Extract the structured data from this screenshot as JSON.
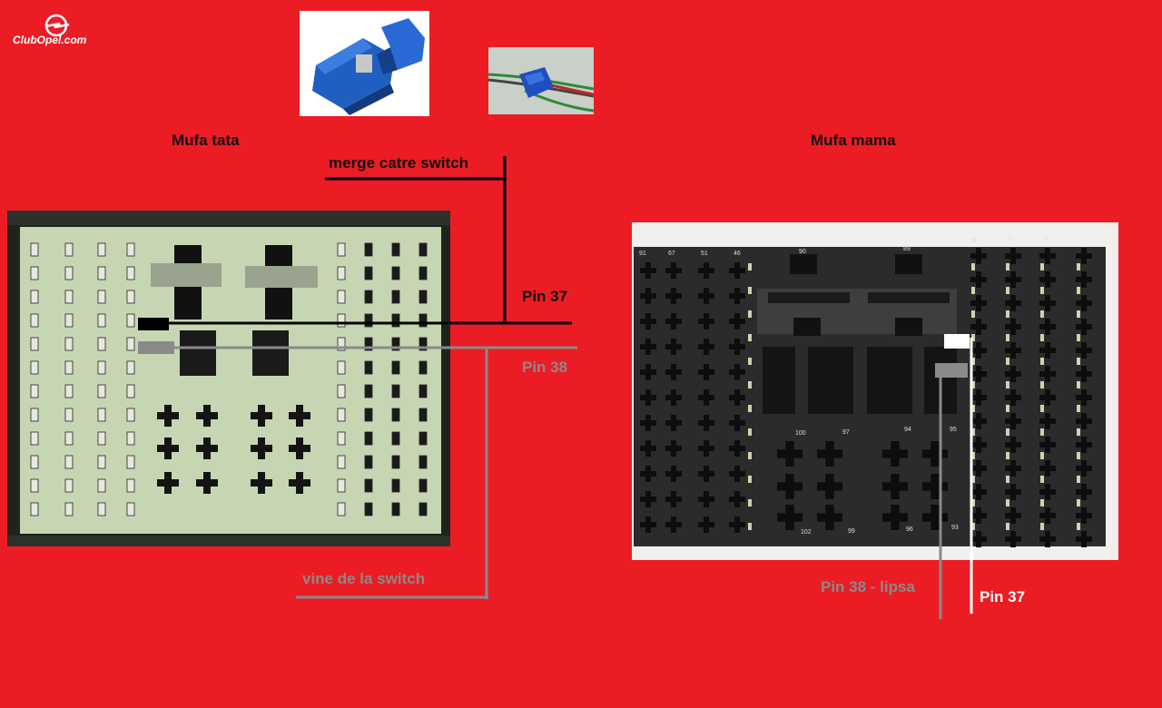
{
  "logo": {
    "text": "ClubOpel.com"
  },
  "headings": {
    "left": "Mufa tata",
    "right": "Mufa mama"
  },
  "labels": {
    "to_switch": "merge catre switch",
    "from_switch": "vine de la switch",
    "pin37_left": "Pin 37",
    "pin38_left": "Pin 38",
    "pin38_right": "Pin 38 - lipsa",
    "pin37_right": "Pin 37"
  },
  "connector_numbers_top": [
    "91",
    "67",
    "51",
    "46",
    "90",
    "89",
    "24",
    "22",
    "12"
  ],
  "connector_numbers_mid": [
    "100",
    "97",
    "94",
    "95"
  ],
  "connector_numbers_bottom": [
    "102",
    "99",
    "96",
    "93"
  ],
  "colors": {
    "background": "#ec1c24",
    "black_wire": "#000000",
    "grey_wire": "#8a8a8a",
    "white_wire": "#ffffff",
    "connector_left": "#c9d8b6",
    "connector_right": "#262626"
  }
}
